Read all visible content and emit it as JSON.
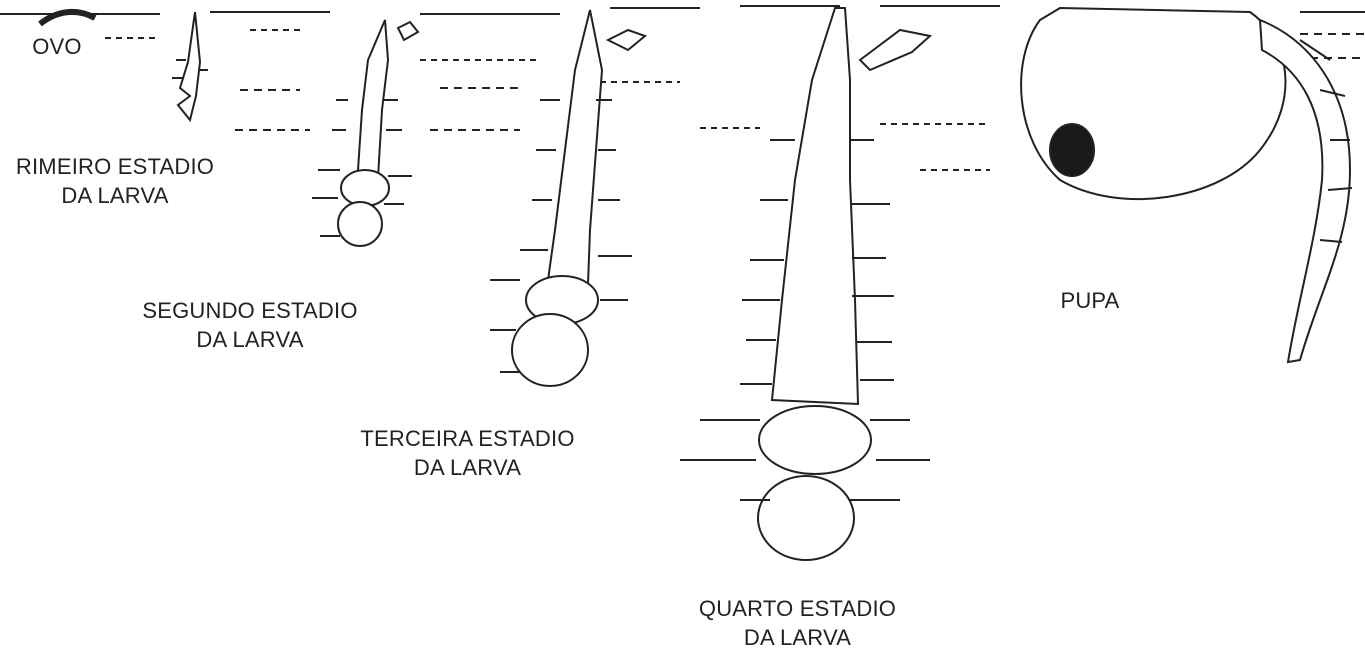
{
  "diagram": {
    "stages": [
      {
        "id": "ovo",
        "lines": [
          "OVO"
        ]
      },
      {
        "id": "primeiro",
        "lines": [
          "RIMEIRO ESTADIO",
          "DA LARVA"
        ]
      },
      {
        "id": "segundo",
        "lines": [
          "SEGUNDO ESTADIO",
          "DA LARVA"
        ]
      },
      {
        "id": "terceira",
        "lines": [
          "TERCEIRA ESTADIO",
          "DA LARVA"
        ]
      },
      {
        "id": "quarto",
        "lines": [
          "QUARTO ESTADIO",
          "DA LARVA"
        ]
      },
      {
        "id": "pupa",
        "lines": [
          "PUPA"
        ]
      }
    ],
    "ink_color": "#1a1a1a",
    "background": "#ffffff"
  }
}
